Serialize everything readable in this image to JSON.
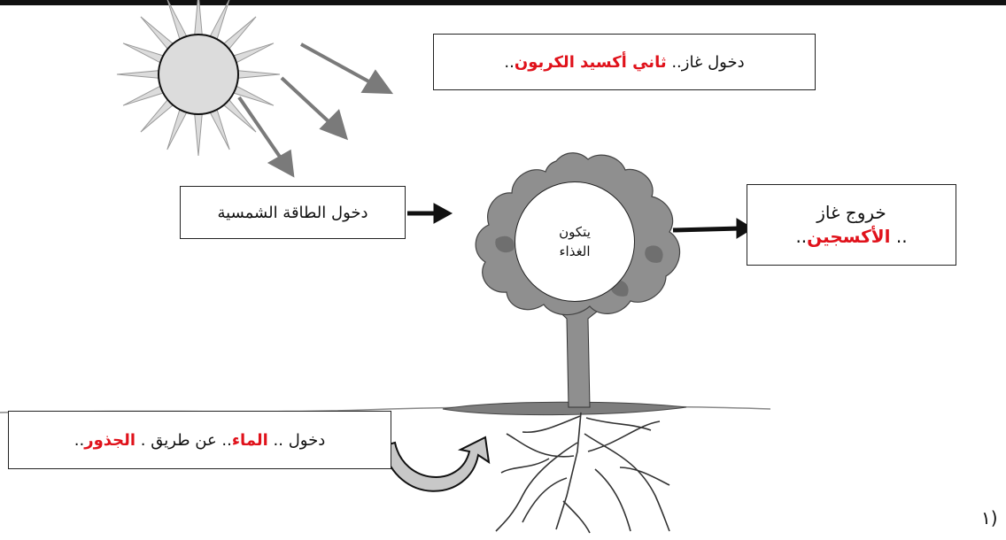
{
  "co2_box": {
    "prefix": "دخول غاز.. ",
    "highlight": "ثاني أكسيد الكربون",
    "suffix": ".."
  },
  "sun_box": {
    "text": "دخول الطاقة الشمسية"
  },
  "oxygen_box": {
    "line1": "خروج غاز",
    "prefix": ".. ",
    "highlight": "الأكسجين",
    "suffix": ".."
  },
  "water_box": {
    "prefix": "دخول .. ",
    "highlight1": "الماء",
    "middle": ".. عن طريق . ",
    "highlight2": "الجذور",
    "suffix": ".."
  },
  "food_circle": {
    "line1": "يتكون",
    "line2": "الغذاء"
  },
  "page_number": "(١",
  "colors": {
    "highlight": "#e0121b",
    "sun": "#dcdcdc",
    "tree": "#8f8f8f",
    "arrow_gray": "#7a7a7a"
  }
}
